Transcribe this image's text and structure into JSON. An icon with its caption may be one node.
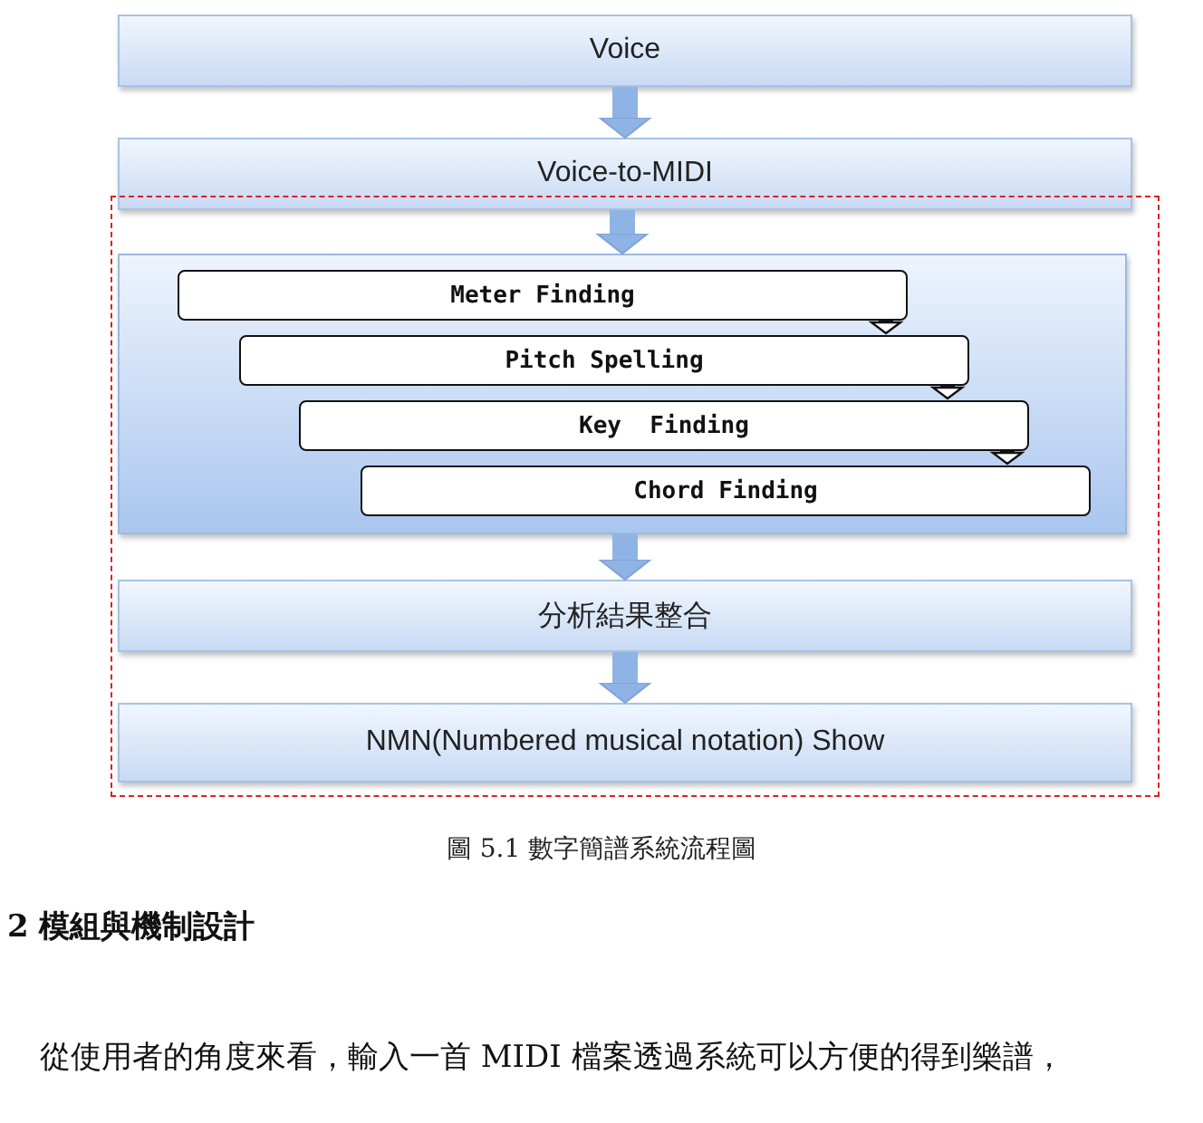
{
  "diagram": {
    "caption": "圖 5.1 數字簡譜系統流程圖",
    "nodes": [
      {
        "text": [
          "Voice"
        ]
      },
      {
        "text": [
          "Voice-to-MIDI"
        ]
      },
      {
        "text": [],
        "shape": "box"
      },
      {
        "text": [],
        "shape": "box",
        "in": 2
      },
      {
        "text": [
          "Meter Finding"
        ],
        "in": 3
      },
      {
        "text": [
          "Pitch Spelling"
        ],
        "in": 3
      },
      {
        "text": [
          "Key  Finding"
        ],
        "in": 3
      },
      {
        "text": [
          "Chord Finding"
        ],
        "in": 3
      },
      {
        "text": [
          "分析結果整合"
        ],
        "in": 2
      },
      {
        "text": [
          "NMN(Numbered musical notation) Show"
        ],
        "in": 2
      }
    ],
    "edges": [
      {
        "from": 0,
        "to": 1,
        "arrow": "to"
      },
      {
        "from": 1,
        "to": 3,
        "arrow": "to"
      },
      {
        "from": 4,
        "to": 5,
        "arrow": "to",
        "color": "#111111"
      },
      {
        "from": 5,
        "to": 6,
        "arrow": "to",
        "color": "#111111"
      },
      {
        "from": 6,
        "to": 7,
        "arrow": "to",
        "color": "#111111"
      },
      {
        "from": 3,
        "to": 8,
        "arrow": "to"
      },
      {
        "from": 8,
        "to": 9,
        "arrow": "to"
      }
    ],
    "labels": [
      "2 模組與機制設計",
      "從使用者的角度來看，輸入一首 MIDI 檔案透過系統可以方便的得到樂譜，"
    ]
  }
}
